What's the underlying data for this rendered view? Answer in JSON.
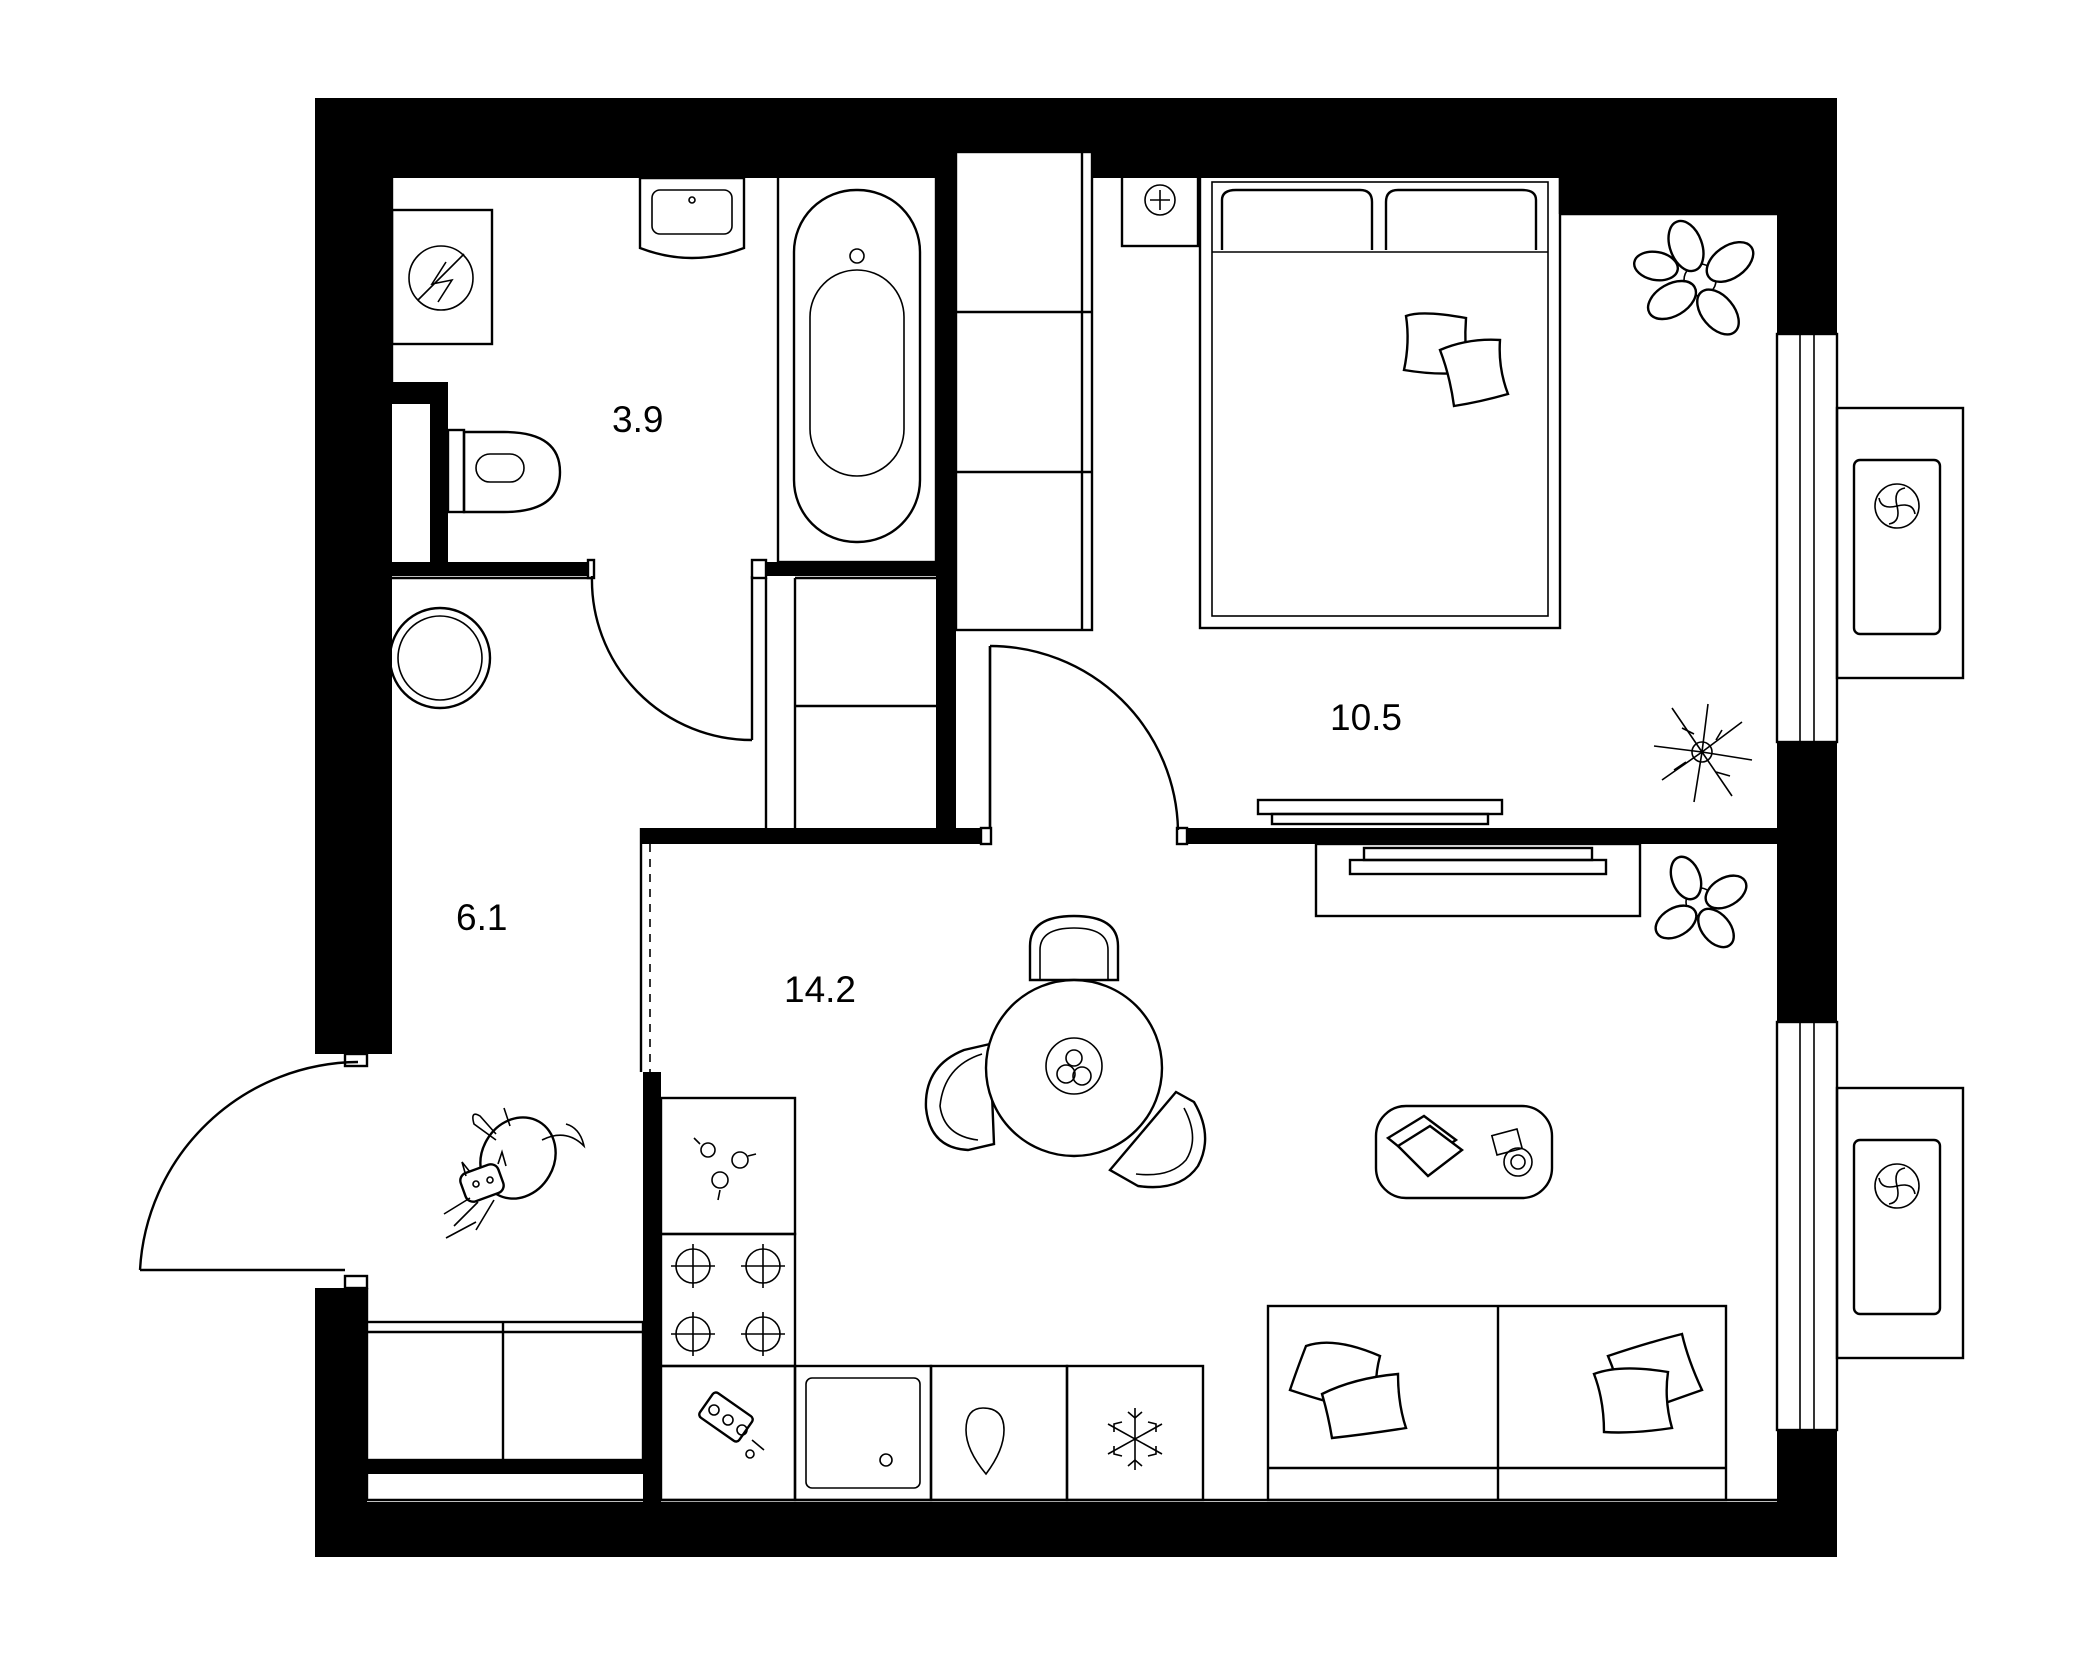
{
  "rooms": [
    {
      "id": "bathroom",
      "area": "3.9"
    },
    {
      "id": "bedroom",
      "area": "10.5"
    },
    {
      "id": "hallway",
      "area": "6.1"
    },
    {
      "id": "kitchen-living",
      "area": "14.2"
    }
  ],
  "colors": {
    "wall": "#000000",
    "background": "#ffffff"
  },
  "icons": [
    "boiler-icon",
    "sink-icon",
    "bathtub-icon",
    "toilet-icon",
    "bed-icon",
    "pillow-icon",
    "plant-icon",
    "air-conditioner-icon",
    "tv-icon",
    "round-table-icon",
    "chair-icon",
    "stove-icon",
    "cutting-board-icon",
    "kitchen-sink-icon",
    "refrigerator-icon",
    "sofa-icon",
    "coffee-table-icon",
    "cat-icon",
    "mirror-icon",
    "door-icon",
    "window-icon"
  ]
}
